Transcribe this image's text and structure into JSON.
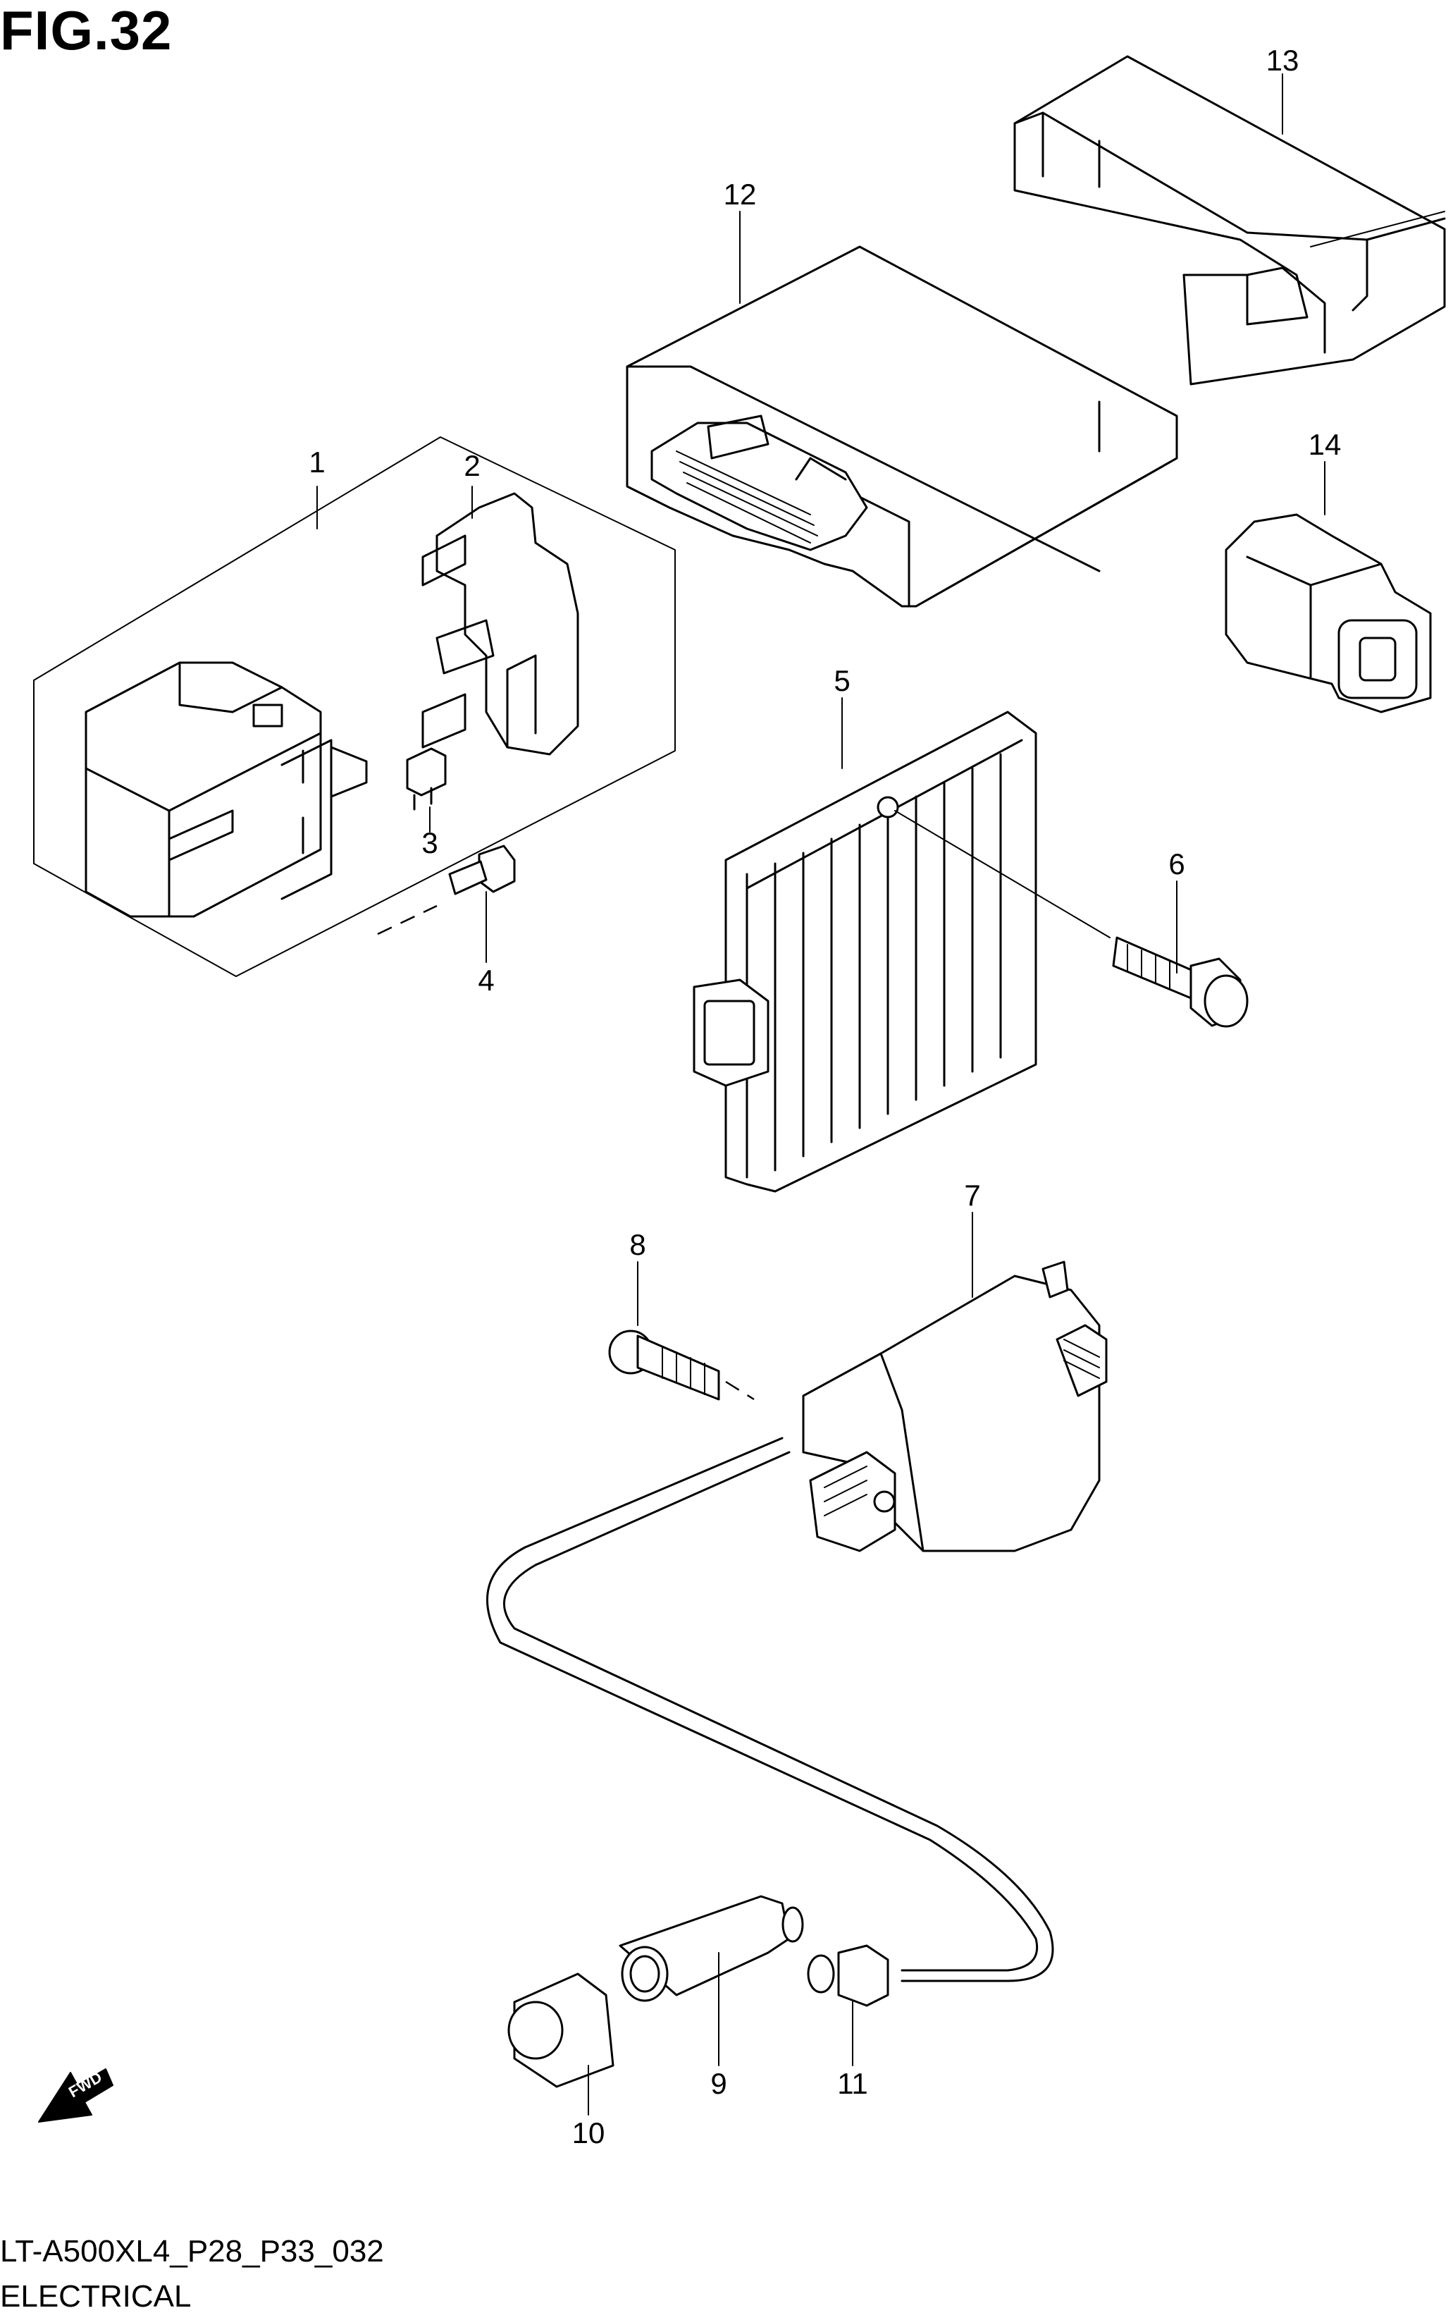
{
  "figure": {
    "title": "FIG.32",
    "code": "LT-A500XL4_P28_P33_032",
    "section": "ELECTRICAL"
  },
  "callouts": [
    "1",
    "2",
    "3",
    "4",
    "5",
    "6",
    "7",
    "8",
    "9",
    "10",
    "11",
    "12",
    "13",
    "14"
  ],
  "direction_badge": "FWD"
}
